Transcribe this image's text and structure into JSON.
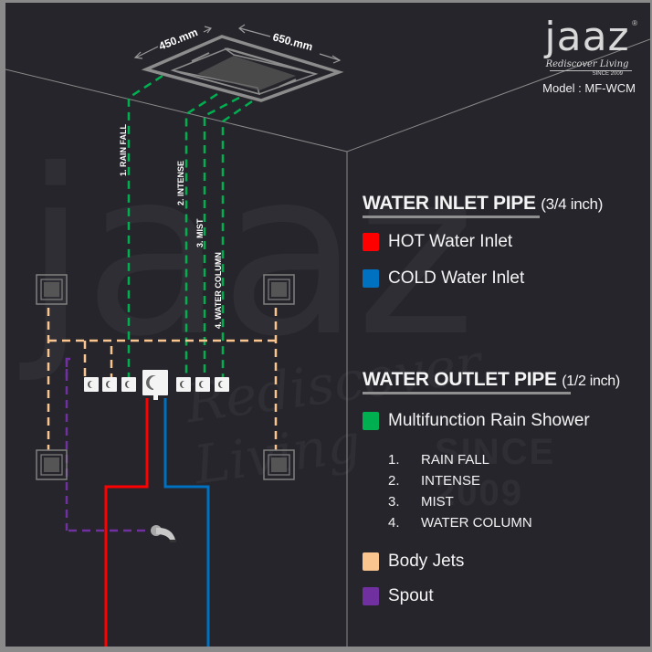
{
  "brand": {
    "logo": "jaaz",
    "registered": "®",
    "tagline": "Rediscover Living",
    "since": "SINCE 2009"
  },
  "model": "Model : MF-WCM",
  "rain_shower": {
    "width_label": "450.mm",
    "length_label": "650.mm"
  },
  "outlet_labels": [
    "1. RAIN FALL",
    "2. INTENSE",
    "3. MIST",
    "4. WATER COLUMN"
  ],
  "colors": {
    "background": "#25252b",
    "hot": "#ff0000",
    "cold": "#0070c0",
    "rain_shower": "#00b050",
    "body_jets": "#fbc590",
    "spout": "#7030a0",
    "wall_line": "#8a8a8a"
  },
  "legend": {
    "inlet": {
      "title": "WATER INLET PIPE",
      "size": "(3/4 inch)",
      "items": [
        {
          "label": "HOT Water Inlet",
          "color": "#ff0000"
        },
        {
          "label": "COLD Water Inlet",
          "color": "#0070c0"
        }
      ]
    },
    "outlet": {
      "title": "WATER OUTLET PIPE",
      "size": "(1/2 inch)",
      "rain_shower": {
        "label": "Multifunction Rain Shower",
        "color": "#00b050"
      },
      "functions": [
        {
          "num": "1.",
          "label": "RAIN FALL"
        },
        {
          "num": "2.",
          "label": "INTENSE"
        },
        {
          "num": "3.",
          "label": "MIST"
        },
        {
          "num": "4.",
          "label": "WATER COLUMN"
        }
      ],
      "body_jets": {
        "label": "Body Jets",
        "color": "#fbc590"
      },
      "spout": {
        "label": "Spout",
        "color": "#7030a0"
      }
    }
  },
  "watermark": {
    "logo": "jaaz",
    "tagline": "Rediscover Living",
    "since": "SINCE 2009"
  }
}
